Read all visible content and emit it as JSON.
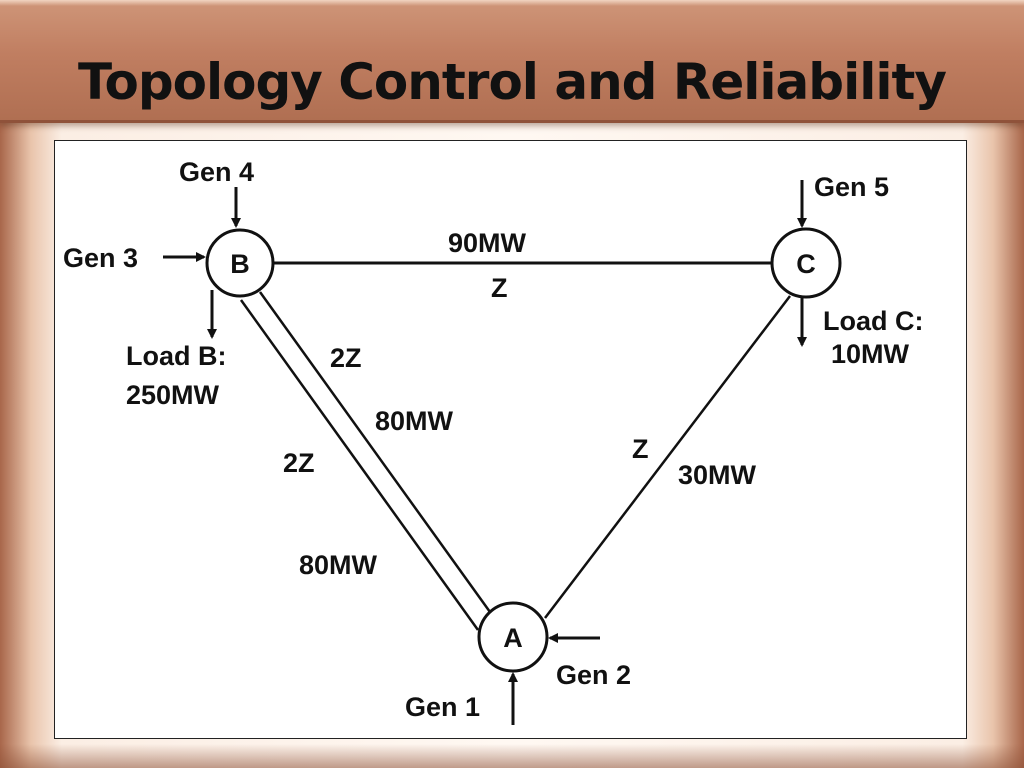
{
  "slide": {
    "title": "Topology Control and Reliability"
  },
  "diagram": {
    "nodes": {
      "a": "A",
      "b": "B",
      "c": "C"
    },
    "generators": {
      "gen1": "Gen 1",
      "gen2": "Gen 2",
      "gen3": "Gen 3",
      "gen4": "Gen 4",
      "gen5": "Gen 5"
    },
    "loads": {
      "load_b_label": "Load B:",
      "load_b_value": "250MW",
      "load_c_label": "Load C:",
      "load_c_value": "10MW"
    },
    "lines": {
      "bc_flow": "90MW",
      "bc_impedance": "Z",
      "ab_inner_impedance": "2Z",
      "ab_inner_flow": "80MW",
      "ab_outer_impedance": "2Z",
      "ab_outer_flow": "80MW",
      "ca_impedance": "Z",
      "ca_flow": "30MW"
    }
  }
}
